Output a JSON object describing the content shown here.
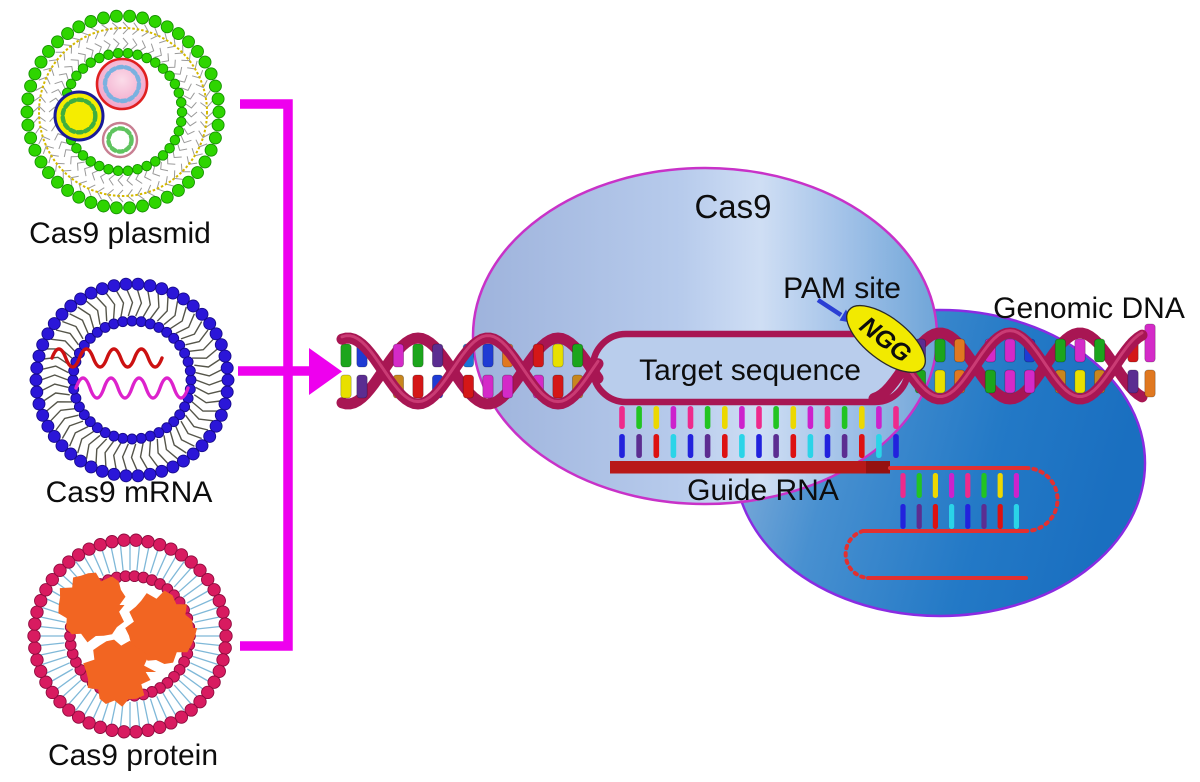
{
  "figure": {
    "description": "CRISPR-Cas9 delivery formats and genome targeting diagram"
  },
  "delivery_vehicles": {
    "plasmid_label": "Cas9 plasmid",
    "mrna_label": "Cas9 mRNA",
    "protein_label": "Cas9 protein"
  },
  "complex": {
    "cas9_label": "Cas9",
    "pam_label": "PAM site",
    "pam_sequence": "NGG",
    "target_label": "Target sequence",
    "guide_label": "Guide RNA",
    "genomic_label": "Genomic DNA"
  },
  "colors": {
    "bracket_magenta": "#ee00ee",
    "plasmid_bead_green": "#2ed500",
    "plasmid_bead_edge": "#159000",
    "plasmid_yellow_ring": "#d4b800",
    "mrna_bead_blue": "#2b16d8",
    "mrna_bead_edge": "#160a8a",
    "protein_bead_crimson": "#d81b60",
    "protein_bead_edge": "#8e0b3e",
    "protein_orange": "#f26522",
    "lipid_tail_gray": "#9a9a9a",
    "lipid_tail_dark": "#55554a",
    "lipid_tail_blue": "#7fb8d8",
    "wave_red": "#cc1111",
    "wave_magenta": "#dd22cc",
    "vesicleA_stroke": "#e02020",
    "vesicleA_fill": "#f5b6d2",
    "vesicleA_ring": "#7ab1e0",
    "vesicleB_stroke": "#1a1a99",
    "vesicleB_fill": "#f5ed00",
    "vesicleB_ring": "#3fae3f",
    "vesicleC_stroke": "#c87f92",
    "vesicleC_fill": "#ffffff",
    "vesicleC_ring": "#5fc45f",
    "helix_crimson": "#a81653",
    "helix_highlight": "#d6487f",
    "bubble_fill": "#b9cdec",
    "bubble_stroke": "#a81653",
    "guide_bar_red": "#b81919",
    "guide_bar_cap": "#951111",
    "rna_line_red": "#e23030",
    "ngg_yellow": "#f2ea00",
    "pam_arrow_blue": "#2a3fd4",
    "blob_light_mid": "#b5c9ea",
    "blob_dark_mid": "#1b74c4",
    "blob_outline_light": "#c832c8",
    "blob_outline_dark": "#8a2be2",
    "label_black": "#0d0d0d"
  },
  "base_ticks": {
    "duplex_count": 17,
    "stem_count": 8,
    "top_cycle": [
      "#ee2a8c",
      "#22c422",
      "#ecd800",
      "#cc22cc"
    ],
    "bottom_cycle": [
      "#2222dd",
      "#5c2d91",
      "#dd1111",
      "#2ad4e8"
    ]
  },
  "helix_rod_palette": [
    "#e07820",
    "#5b2d91",
    "#d42ac8",
    "#d41717",
    "#1f3bd4",
    "#1ca51c",
    "#e8e000",
    "#1a74d8",
    "#e858d8",
    "#c8861e"
  ]
}
